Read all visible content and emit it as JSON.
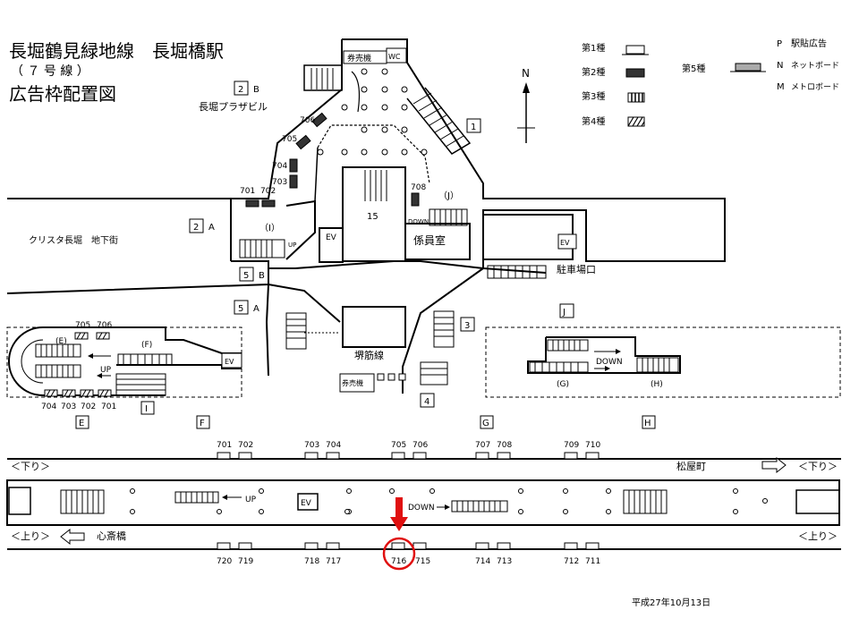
{
  "header": {
    "title": "長堀鶴見緑地線　長堀橋駅",
    "line": "（ ７ 号 線 ）",
    "subtitle": "広告枠配置図"
  },
  "compass": {
    "north": "N"
  },
  "legend": {
    "type1": "第1種",
    "type2": "第2種",
    "type3": "第3種",
    "type4": "第4種",
    "type5": "第5種",
    "p_key": "P",
    "p_label": "駅貼広告",
    "n_key": "N",
    "n_label": "ネットボード",
    "m_key": "M",
    "m_label": "メトロボード"
  },
  "concourse": {
    "ticket_machine": "券売機",
    "wc": "WC",
    "plaza_building": "長堀プラザビル",
    "underground_mall": "クリスタ長堀　地下街",
    "staff_room": "係員室",
    "parking": "駐車場口",
    "sakaisuji_line": "堺筋線",
    "ticket_machine_2": "券売機",
    "ev": "EV",
    "ev_2": "EV",
    "up": "UP",
    "down": "DOWN",
    "area_i": "（I）",
    "area_j": "（J）",
    "num_15": "15",
    "exits": {
      "e1": "1",
      "e2b_num": "2",
      "e2b_letter": "B",
      "e2a_num": "2",
      "e2a_letter": "A",
      "e5b_num": "5",
      "e5b_letter": "B",
      "e5a_num": "5",
      "e5a_letter": "A",
      "e3": "3",
      "e4": "4",
      "j": "J"
    },
    "ads": [
      "706",
      "705",
      "704",
      "703",
      "701",
      "702",
      "708"
    ]
  },
  "detail_i": {
    "e": "(E)",
    "f": "(F)",
    "ev": "EV",
    "up": "UP",
    "top_ads": [
      "705",
      "706"
    ],
    "bottom_ads": [
      "704",
      "703",
      "702",
      "701"
    ]
  },
  "detail_j": {
    "g": "(G)",
    "h": "(H)",
    "down": "DOWN"
  },
  "section_labels": [
    "E",
    "F",
    "I",
    "G",
    "H"
  ],
  "platform": {
    "top_ads": [
      "701",
      "702",
      "703",
      "704",
      "705",
      "706",
      "707",
      "708",
      "709",
      "710"
    ],
    "bottom_ads": [
      "720",
      "719",
      "718",
      "717",
      "716",
      "715",
      "714",
      "713",
      "712",
      "711"
    ],
    "down_label": "＜下り＞",
    "down_label_right": "＜下り＞",
    "up_label": "＜上り＞",
    "up_label_right": "＜上り＞",
    "matsuyamachi": "松屋町",
    "shinsaibashi": "心斎橋",
    "up": "UP",
    "down": "DOWN",
    "ev": "EV",
    "highlighted": "716"
  },
  "date": "平成27年10月13日",
  "colors": {
    "highlight": "#e01010",
    "line": "#000000"
  }
}
